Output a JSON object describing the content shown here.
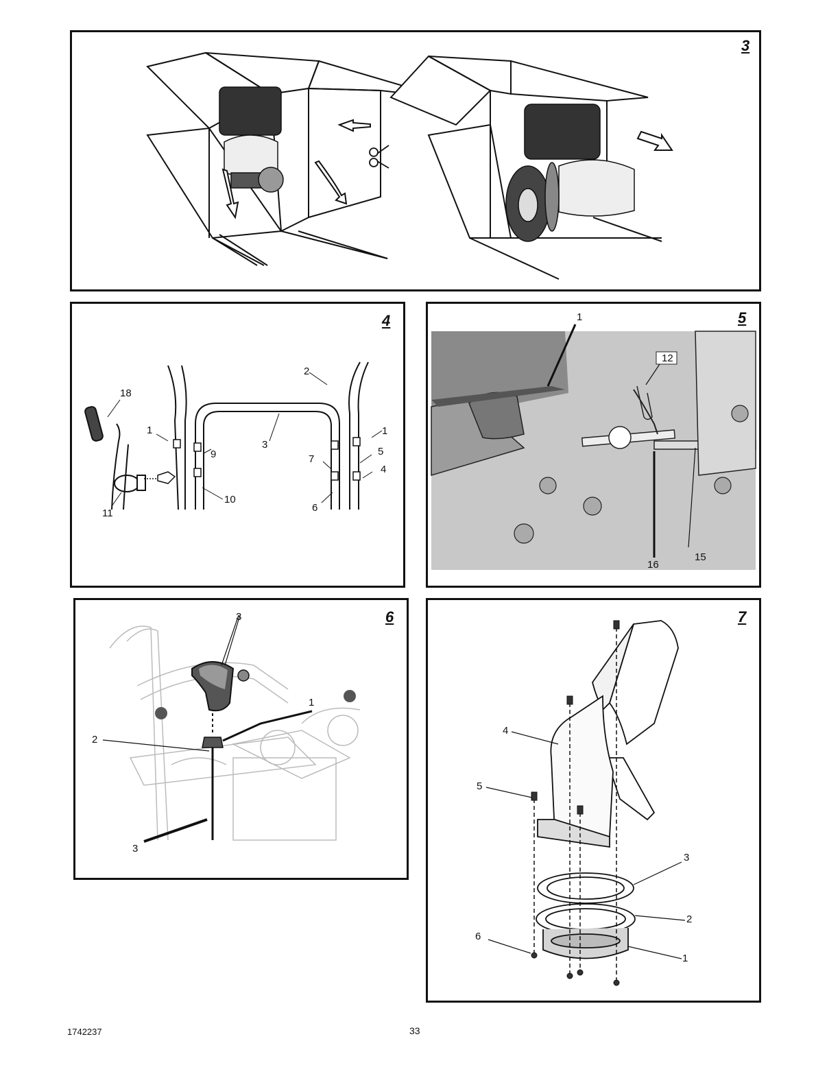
{
  "figures": [
    {
      "number": "3",
      "callouts": []
    },
    {
      "number": "4",
      "callouts": [
        "18",
        "1",
        "9",
        "3",
        "2",
        "1",
        "5",
        "7",
        "4",
        "10",
        "11",
        "6"
      ]
    },
    {
      "number": "5",
      "callouts": [
        "1",
        "12",
        "16",
        "15"
      ]
    },
    {
      "number": "6",
      "callouts": [
        "3",
        "1",
        "2",
        "3"
      ]
    },
    {
      "number": "7",
      "callouts": [
        "4",
        "5",
        "3",
        "2",
        "6",
        "1"
      ]
    }
  ],
  "footer": {
    "document_number": "1742237",
    "page_number": "33"
  }
}
